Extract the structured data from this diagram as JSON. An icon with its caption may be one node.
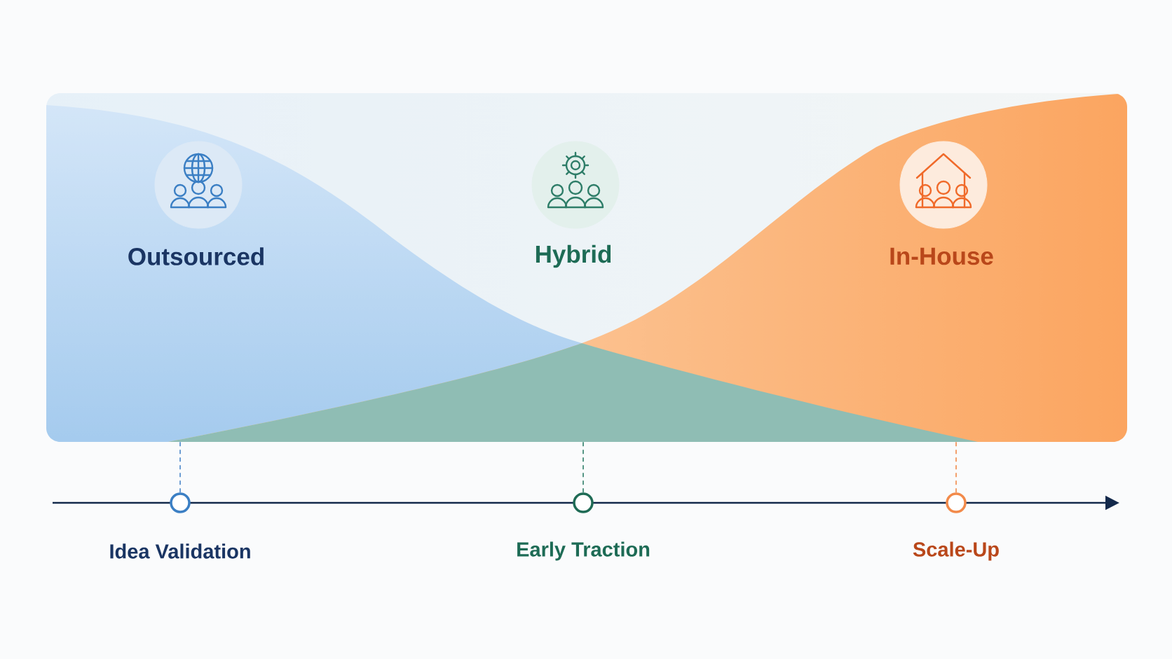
{
  "diagram": {
    "nodes": [
      {
        "text": [
          "Outsourced"
        ]
      },
      {
        "text": [
          "Hybrid"
        ]
      },
      {
        "text": [
          "In-House"
        ]
      },
      {
        "text": [
          "Idea Validation"
        ]
      },
      {
        "text": [
          "Early Traction"
        ]
      },
      {
        "text": [
          "Scale-Up"
        ]
      },
      {
        "text": [],
        "shape": "chart"
      }
    ],
    "edges": [
      {
        "from": 6,
        "to": 3,
        "arrow": "none",
        "style": "dashed",
        "color": "#4a86c8"
      },
      {
        "from": 6,
        "to": 4,
        "arrow": "none",
        "style": "dashed",
        "color": "#2e7d68"
      },
      {
        "from": 6,
        "to": 5,
        "arrow": "none",
        "style": "dashed",
        "color": "#f28a4a"
      }
    ]
  }
}
